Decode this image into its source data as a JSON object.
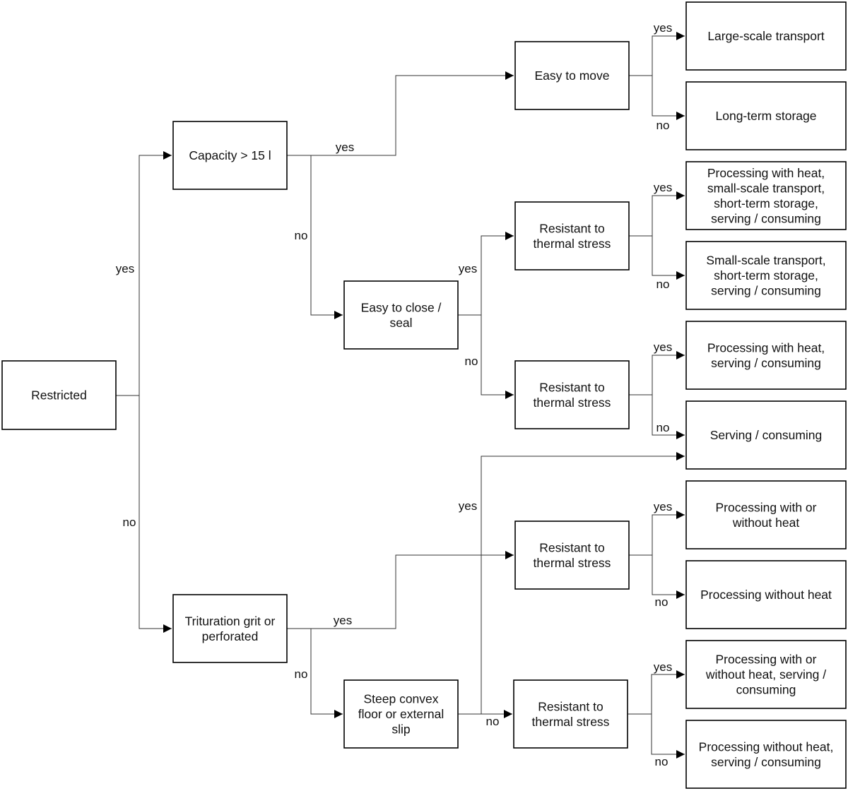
{
  "nodes": {
    "restricted": {
      "lines": [
        "Restricted"
      ]
    },
    "capacity": {
      "lines": [
        "Capacity > 15 l"
      ]
    },
    "trituration": {
      "lines": [
        "Trituration grit or",
        "perforated"
      ]
    },
    "easy_move": {
      "lines": [
        "Easy to move"
      ]
    },
    "easy_close": {
      "lines": [
        "Easy to close /",
        "seal"
      ]
    },
    "steep": {
      "lines": [
        "Steep convex",
        "floor or external",
        "slip"
      ]
    },
    "thermal_1": {
      "lines": [
        "Resistant to",
        "thermal stress"
      ]
    },
    "thermal_2": {
      "lines": [
        "Resistant to",
        "thermal stress"
      ]
    },
    "thermal_3": {
      "lines": [
        "Resistant to",
        "thermal stress"
      ]
    },
    "thermal_4": {
      "lines": [
        "Resistant to",
        "thermal stress"
      ]
    },
    "out_large": {
      "lines": [
        "Large-scale transport"
      ]
    },
    "out_long": {
      "lines": [
        "Long-term storage"
      ]
    },
    "out_proc_small": {
      "lines": [
        "Processing with heat,",
        "small-scale transport,",
        "short-term storage,",
        "serving / consuming"
      ]
    },
    "out_small": {
      "lines": [
        "Small-scale transport,",
        "short-term storage,",
        "serving / consuming"
      ]
    },
    "out_proc_serving": {
      "lines": [
        "Processing with heat,",
        "serving / consuming"
      ]
    },
    "out_serving": {
      "lines": [
        "Serving / consuming"
      ]
    },
    "out_proc_wo": {
      "lines": [
        "Processing with or",
        "without heat"
      ]
    },
    "out_proc_without": {
      "lines": [
        "Processing without heat"
      ]
    },
    "out_proc_wo_serving": {
      "lines": [
        "Processing with or",
        "without heat, serving /",
        "consuming"
      ]
    },
    "out_proc_without_serving": {
      "lines": [
        "Processing without heat,",
        "serving / consuming"
      ]
    }
  },
  "edge_labels": {
    "restricted_yes": "yes",
    "restricted_no": "no",
    "capacity_yes": "yes",
    "capacity_no": "no",
    "move_yes": "yes",
    "move_no": "no",
    "close_yes": "yes",
    "close_no": "no",
    "thermal1_yes": "yes",
    "thermal1_no": "no",
    "thermal2_yes": "yes",
    "thermal2_no": "no",
    "trituration_yes": "yes",
    "trituration_no": "no",
    "steep_yes": "yes",
    "steep_no": "no",
    "thermal3_yes": "yes",
    "thermal3_no": "no",
    "thermal4_yes": "yes",
    "thermal4_no": "no"
  }
}
